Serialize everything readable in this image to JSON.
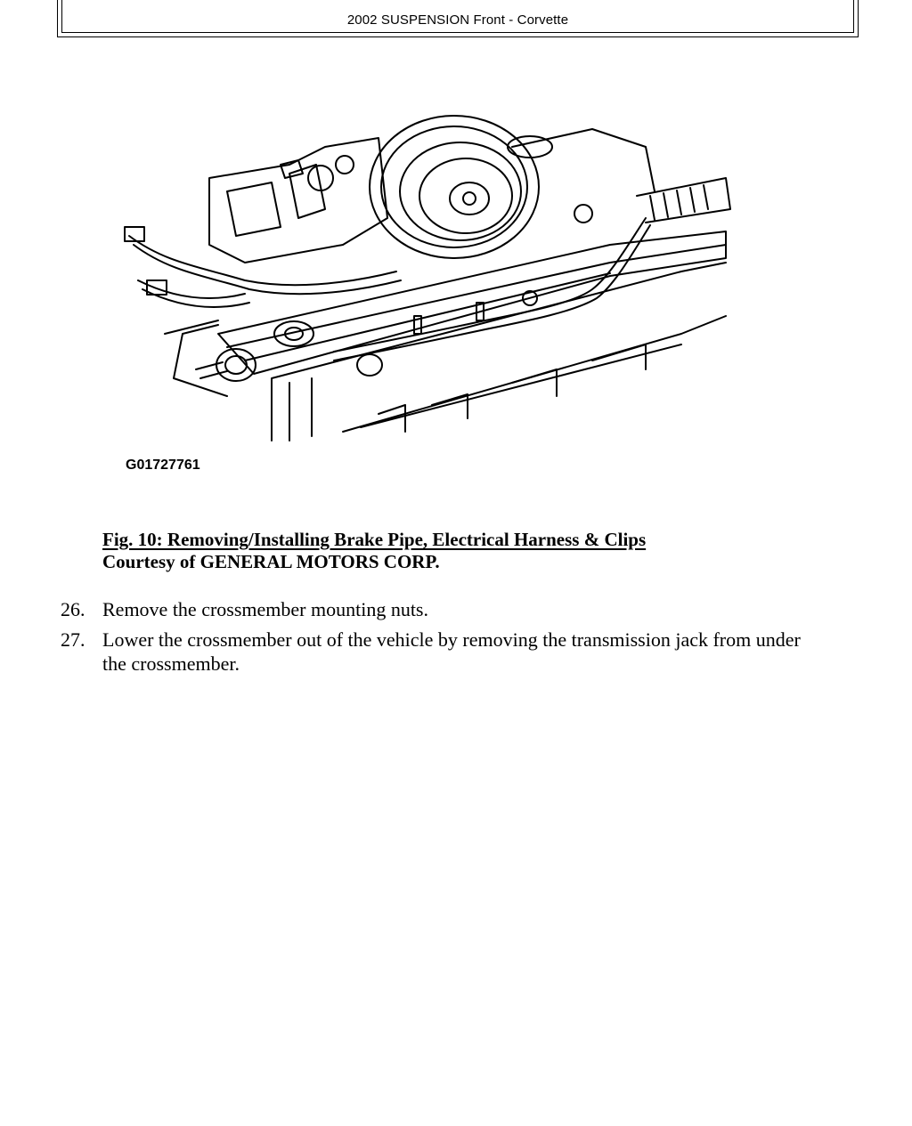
{
  "header": {
    "title": "2002 SUSPENSION Front - Corvette"
  },
  "figure": {
    "id_label": "G01727761",
    "caption_title": "Fig. 10: Removing/Installing Brake Pipe, Electrical Harness & Clips",
    "caption_credit": "Courtesy of GENERAL MOTORS CORP."
  },
  "steps": [
    {
      "number": "26.",
      "text": "Remove the crossmember mounting nuts."
    },
    {
      "number": "27.",
      "text": "Lower the crossmember out of the vehicle by removing the transmission jack from under the crossmember."
    }
  ]
}
